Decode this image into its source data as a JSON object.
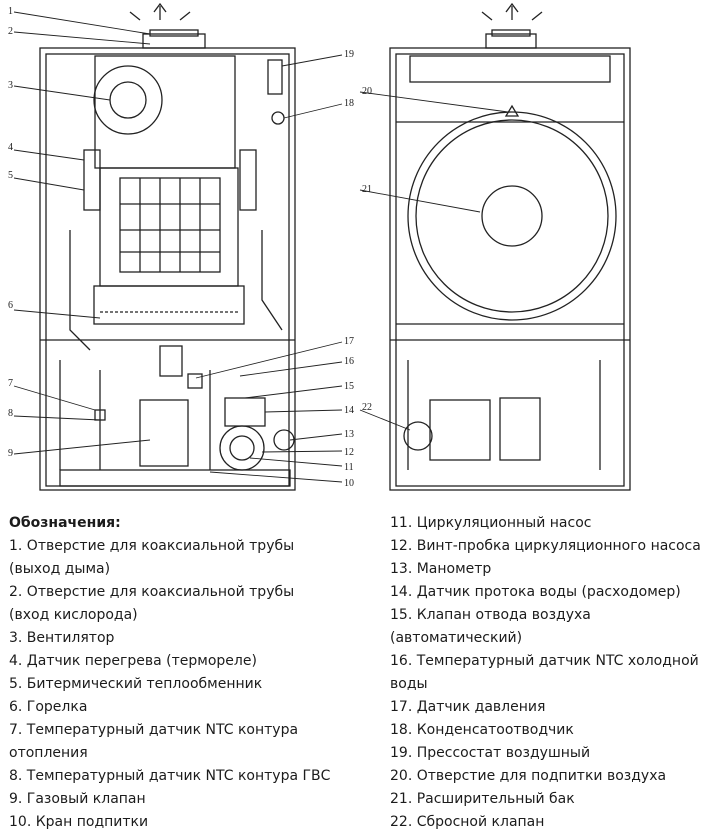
{
  "legend": {
    "title": "Обозначения:",
    "left": [
      "1. Отверстие для коаксиальной трубы",
      "(выход дыма)",
      "2. Отверстие для коаксиальной трубы",
      "(вход кислорода)",
      "3. Вентилятор",
      "4. Датчик перегрева (термореле)",
      "5. Битермический теплообменник",
      "6. Горелка",
      "7. Температурный датчик NTC контура",
      "отопления",
      "8. Температурный датчик NTC контура ГВС",
      "9. Газовый клапан",
      "10. Кран подпитки"
    ],
    "right": [
      "11. Циркуляционный насос",
      "12. Винт-пробка циркуляционного насоса",
      "13. Манометр",
      "14. Датчик протока воды (расходомер)",
      "15. Клапан отвода воздуха",
      "(автоматический)",
      "16. Температурный датчик NTC холодной",
      "воды",
      "17. Датчик  давления",
      "18. Конденсатоотводчик",
      "19. Прессостат воздушный",
      "20. Отверстие для подпитки воздуха",
      "21. Расширительный бак",
      "22. Сбросной  клапан"
    ]
  },
  "callouts": [
    "1",
    "2",
    "3",
    "4",
    "5",
    "6",
    "7",
    "8",
    "9",
    "10",
    "11",
    "12",
    "13",
    "14",
    "15",
    "16",
    "17",
    "18",
    "19",
    "20",
    "21",
    "22"
  ]
}
